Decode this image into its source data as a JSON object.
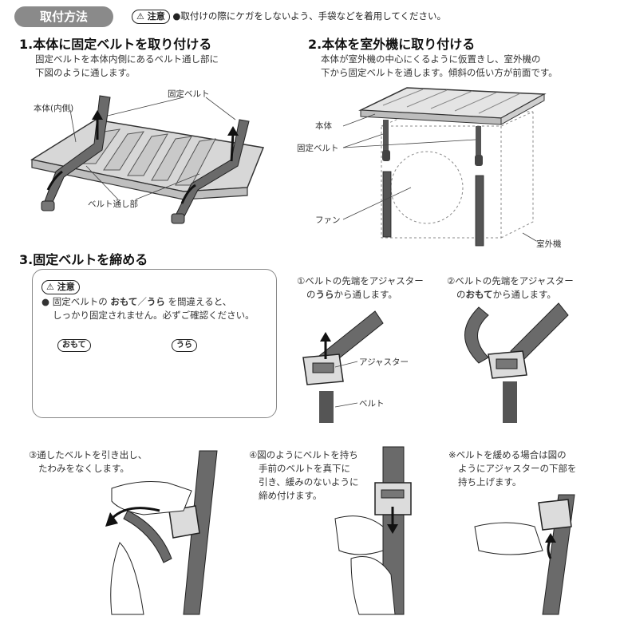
{
  "header": {
    "title": "取付方法",
    "caution_badge": "⚠ 注意",
    "caution_text": "●取付けの際にケガをしないよう、手袋などを着用してください。"
  },
  "section1": {
    "title": "1.本体に固定ベルトを取り付ける",
    "desc_line1": "固定ベルトを本体内側にあるベルト通し部に",
    "desc_line2": "下図のように通します。",
    "label_body_inner": "本体(内側)",
    "label_belt": "固定ベルト",
    "label_loop": "ベルト通し部"
  },
  "section2": {
    "title": "2.本体を室外機に取り付ける",
    "desc_line1": "本体が室外機の中心にくるように仮置きし、室外機の",
    "desc_line2": "下から固定ベルトを通します。傾斜の低い方が前面です。",
    "label_body": "本体",
    "label_belt": "固定ベルト",
    "label_fan": "ファン",
    "label_unit": "室外機"
  },
  "section3": {
    "title": "3.固定ベルトを締める",
    "caution_badge": "⚠ 注意",
    "warn_pre": "● 固定ベルトの ",
    "warn_front": "おもて",
    "warn_slash": "／",
    "warn_back": "うら",
    "warn_post": " を間違えると、",
    "warn_line2": "しっかり固定されません。必ずご確認ください。",
    "label_front": "おもて",
    "label_back": "うら",
    "step1_line1": "①ベルトの先端をアジャスター",
    "step1_line2_pre": "の",
    "step1_line2_bold": "うら",
    "step1_line2_post": "から通します。",
    "step2_line1": "②ベルトの先端をアジャスター",
    "step2_line2_pre": "の",
    "step2_line2_bold": "おもて",
    "step2_line2_post": "から通します。",
    "label_adjuster": "アジャスター",
    "label_belt": "ベルト",
    "step3_line1": "③通したベルトを引き出し、",
    "step3_line2": "たわみをなくします。",
    "step4_line1": "④図のようにベルトを持ち",
    "step4_line2": "手前のベルトを真下に",
    "step4_line3": "引き、緩みのないように",
    "step4_line4": "締め付けます。",
    "note_line1": "※ベルトを緩める場合は図の",
    "note_line2": "ようにアジャスターの下部を",
    "note_line3": "持ち上げます。"
  }
}
